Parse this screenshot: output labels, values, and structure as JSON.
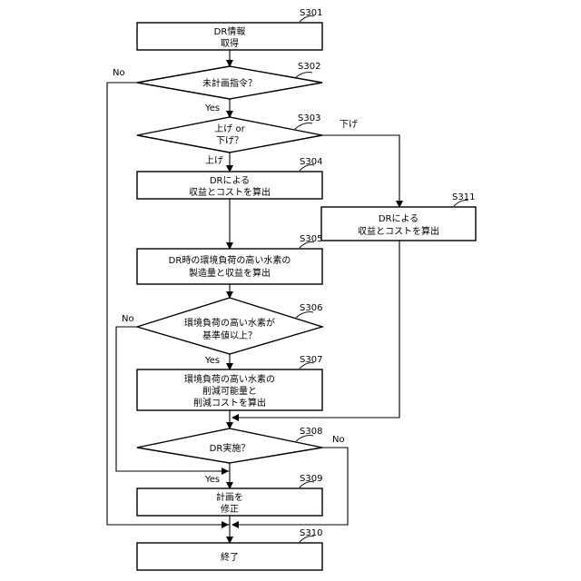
{
  "steps": {
    "s301": {
      "id": "S301",
      "lines": [
        "DR情報",
        "取得"
      ]
    },
    "s302": {
      "id": "S302",
      "lines": [
        "未計画指令？"
      ]
    },
    "s303": {
      "id": "S303",
      "lines": [
        "上げ or",
        "下げ？"
      ]
    },
    "s304": {
      "id": "S304",
      "lines": [
        "DRによる",
        "収益とコストを算出"
      ]
    },
    "s311": {
      "id": "S311",
      "lines": [
        "DRによる",
        "収益とコストを算出"
      ]
    },
    "s305": {
      "id": "S305",
      "lines": [
        "DR時の環境負荷の高い水素の",
        "製造量と収益を算出"
      ]
    },
    "s306": {
      "id": "S306",
      "lines": [
        "環境負荷の高い水素が",
        "基準値以上？"
      ]
    },
    "s307": {
      "id": "S307",
      "lines": [
        "環境負荷の高い水素の",
        "削減可能量と",
        "削減コストを算出"
      ]
    },
    "s308": {
      "id": "S308",
      "lines": [
        "DR実施？"
      ]
    },
    "s309": {
      "id": "S309",
      "lines": [
        "計画を",
        "修正"
      ]
    },
    "s310": {
      "id": "S310",
      "lines": [
        "終了"
      ]
    }
  },
  "branches": {
    "s302_no": "No",
    "s302_yes": "Yes",
    "s303_up": "上げ",
    "s303_down": "下げ",
    "s306_no": "No",
    "s306_yes": "Yes",
    "s308_no": "No",
    "s308_yes": "Yes"
  }
}
